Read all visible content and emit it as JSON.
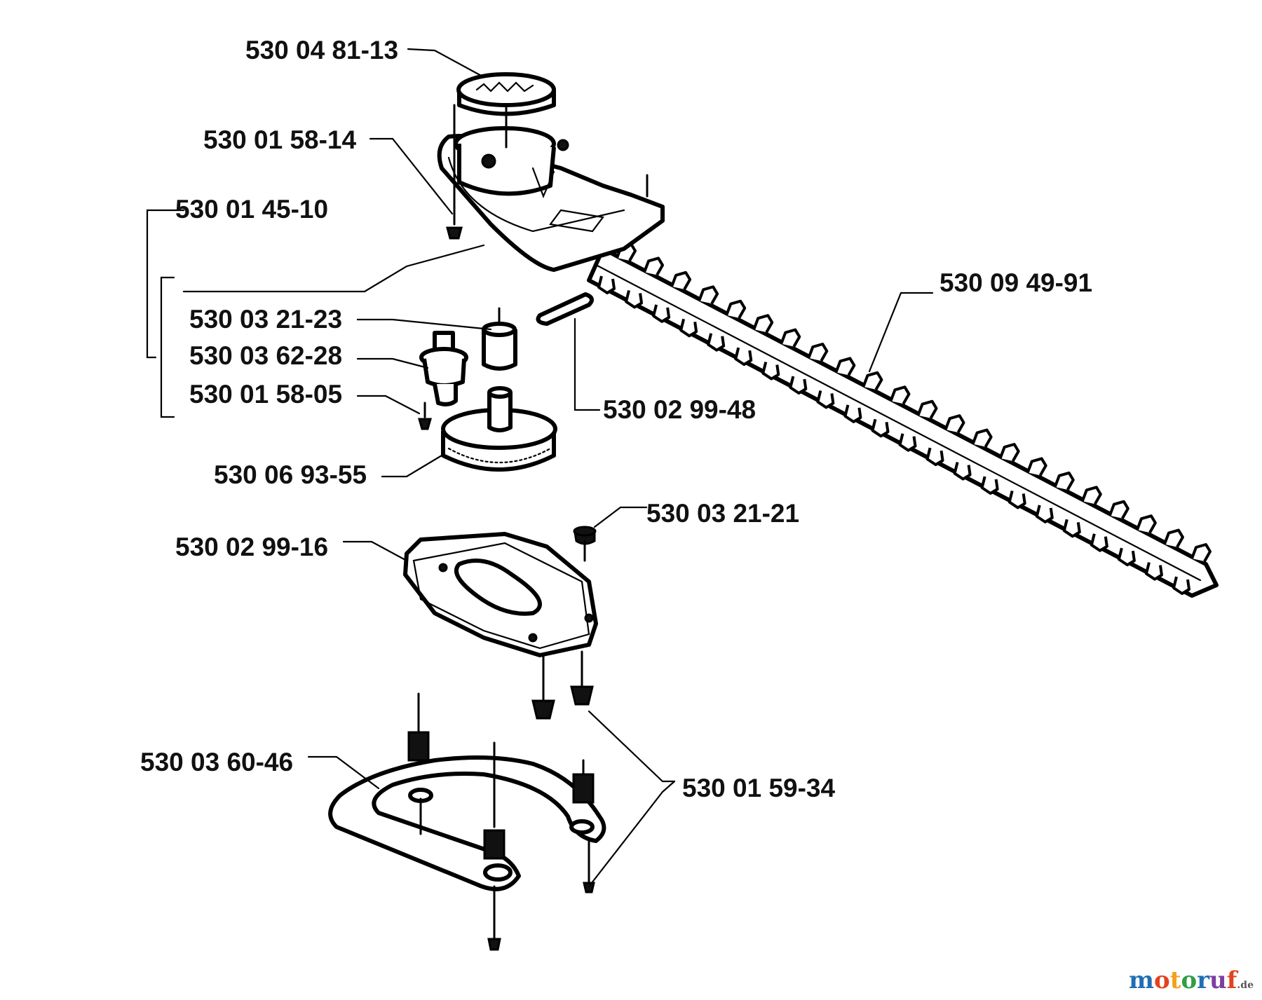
{
  "parts": {
    "p1": "530 04 81-13",
    "p2": "530 01 58-14",
    "p3": "530 01 45-10",
    "p4": "530 09 49-91",
    "p5": "530 03 21-23",
    "p6": "530 03 62-28",
    "p7": "530 01 58-05",
    "p8": "530 02 99-48",
    "p9": "530 06 93-55",
    "p10": "530 03 21-21",
    "p11": "530 02 99-16",
    "p12": "530 03 60-46",
    "p13": "530 01 59-34"
  },
  "watermark": {
    "text": "motoruf",
    "tld": ".de",
    "colors": [
      "#1f6fb5",
      "#e2431f",
      "#f3a11e",
      "#2f9e44",
      "#1f6fb5",
      "#7b3fa0",
      "#e2431f"
    ]
  }
}
